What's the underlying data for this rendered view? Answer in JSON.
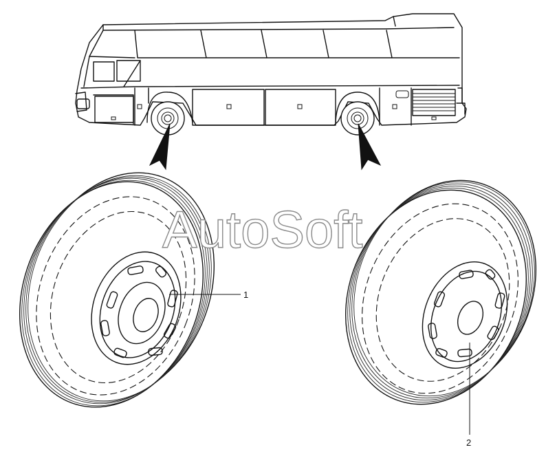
{
  "callouts": [
    {
      "id": "1",
      "label": "1"
    },
    {
      "id": "2",
      "label": "2"
    }
  ],
  "watermark": "AutoSoft",
  "colors": {
    "line": "#111111",
    "background": "#ffffff",
    "watermark_outline": "#8a8a8a"
  }
}
